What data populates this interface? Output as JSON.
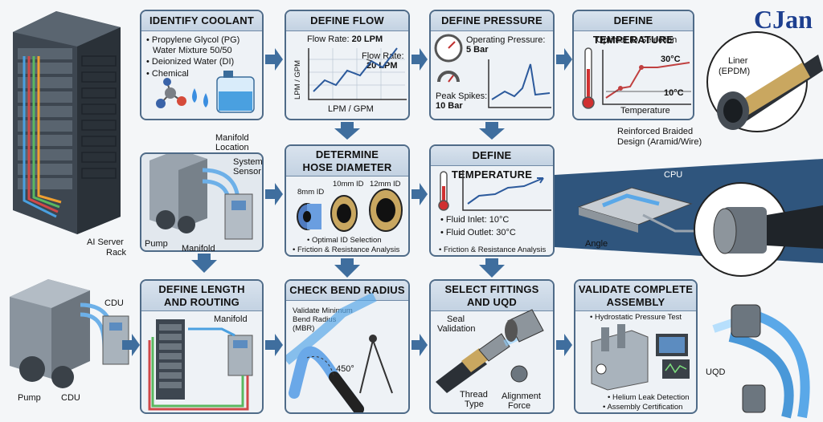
{
  "brand": "CJan",
  "left_top": {
    "label_line1": "AI Server",
    "label_line2": "Rack"
  },
  "left_bottom": {
    "pump": "Pump",
    "cdu_bottom": "CDU",
    "cdu_side": "CDU"
  },
  "panels": {
    "identify_coolant": {
      "title": "IDENTIFY COOLANT",
      "items": [
        "• Propylene Glycol (PG)",
        "Water Mixture 50/50",
        "• Deionized Water (DI)",
        "• Chemical"
      ]
    },
    "define_flow": {
      "title": "DEFINE FLOW",
      "flow_rate_label": "Flow Rate:",
      "flow_rate_value": "20 LPM",
      "callout_line1": "Flow Rate:",
      "callout_line2": "20 LPM",
      "ylabel": "LPM / GPM",
      "xlabel": "LPM / GPM"
    },
    "define_pressure": {
      "title": "DEFINE PRESSURE",
      "op_label": "Operating Pressure:",
      "op_value": "5 Bar",
      "spike_label": "Peak Spikes:",
      "spike_value": "10 Bar"
    },
    "define_temp_top": {
      "title": "DEFINE TEMPERATURE",
      "subtitle": "Optimal ID Selection",
      "high": "30°C",
      "low": "10°C",
      "xlabel": "Temperature"
    },
    "manifold_unit": {
      "manifold_location_1": "Manifold",
      "manifold_location_2": "Location",
      "sensor_1": "System",
      "sensor_2": "Sensor",
      "pump": "Pump",
      "manifold": "Manifold"
    },
    "hose_diameter": {
      "title_line1": "DETERMINE",
      "title_line2": "HOSE DIAMETER",
      "id8": "8mm ID",
      "id10": "10mm ID",
      "id12": "12mm ID",
      "bullet1": "• Optimal ID Selection",
      "bullet2": "• Friction & Resistance Analysis"
    },
    "define_temp_mid": {
      "title": "DEFINE TEMPERATURE",
      "inlet": "• Fluid Inlet: 10°C",
      "outlet": "• Fluid Outlet: 30°C",
      "bottom": "• Friction & Resistance Analysis"
    },
    "length_routing": {
      "title_line1": "DEFINE LENGTH",
      "title_line2": "AND ROUTING",
      "manifold": "Manifold"
    },
    "bend_radius": {
      "title": "CHECK BEND RADIUS",
      "note_line1": "Validate Minimum",
      "note_line2": "Bend Radius",
      "note_line3": "(MBR)",
      "angle": "450°"
    },
    "fittings": {
      "title_line1": "SELECT FITTINGS",
      "title_line2": "AND UQD",
      "seal_1": "Seal",
      "seal_2": "Validation",
      "thread_1": "Thread",
      "thread_2": "Type",
      "align_1": "Alignment",
      "align_2": "Force"
    },
    "validate": {
      "title_line1": "VALIDATE COMPLETE",
      "title_line2": "ASSEMBLY",
      "top": "• Hydrostatic Pressure Test",
      "b1": "• Helium Leak Detection",
      "b2": "• Assembly Certification"
    }
  },
  "right_hose": {
    "liner_1": "Liner",
    "liner_2": "(EPDM)",
    "braid_1": "Reinforced Braided",
    "braid_2": "Design (Aramid/Wire)"
  },
  "cpu_panel": {
    "cpu": "CPU",
    "angle": "Angle"
  },
  "uqd_label": "UQD",
  "colors": {
    "panel_border": "#4f6b88",
    "arrow": "#3f6e9e",
    "chart_line": "#2c5a9c",
    "brand": "#1d3f8f"
  }
}
